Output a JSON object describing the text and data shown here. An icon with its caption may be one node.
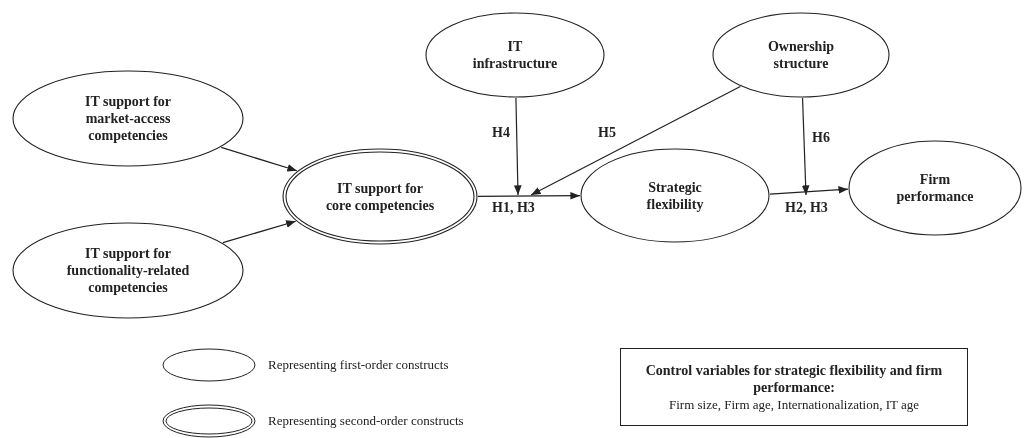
{
  "diagram": {
    "nodes": [
      {
        "text": [
          "IT support for market-access competencies"
        ]
      },
      {
        "text": [
          "IT support for functionality-related competencies"
        ]
      },
      {
        "text": [
          "IT infrastructure"
        ]
      },
      {
        "text": [
          "Ownership structure"
        ]
      },
      {
        "text": [
          "IT support for core competencies"
        ]
      },
      {
        "text": [
          "Strategic flexibility"
        ]
      },
      {
        "text": [
          "Firm performance"
        ]
      },
      {
        "text": [
          "Control variables for strategic flexibility and firm performance:",
          "Firm size, Firm age, Internationalization, IT age"
        ]
      }
    ],
    "edges": [
      {
        "from": 0,
        "to": 4,
        "arrow": "to"
      },
      {
        "from": 1,
        "to": 4,
        "arrow": "to"
      },
      {
        "from": 4,
        "to": 5,
        "arrow": "to",
        "label": "H1, H3"
      },
      {
        "from": 5,
        "to": 6,
        "arrow": "to",
        "label": "H2, H3"
      },
      {
        "from": 2,
        "to": null,
        "arrow": "to",
        "label": "H4"
      },
      {
        "from": 3,
        "to": null,
        "arrow": "to",
        "label": "H5"
      },
      {
        "from": 3,
        "to": null,
        "arrow": "to",
        "label": "H6"
      }
    ],
    "legend": [
      {
        "text": "Representing first-order constructs"
      },
      {
        "text": "Representing second-order constructs"
      }
    ]
  }
}
